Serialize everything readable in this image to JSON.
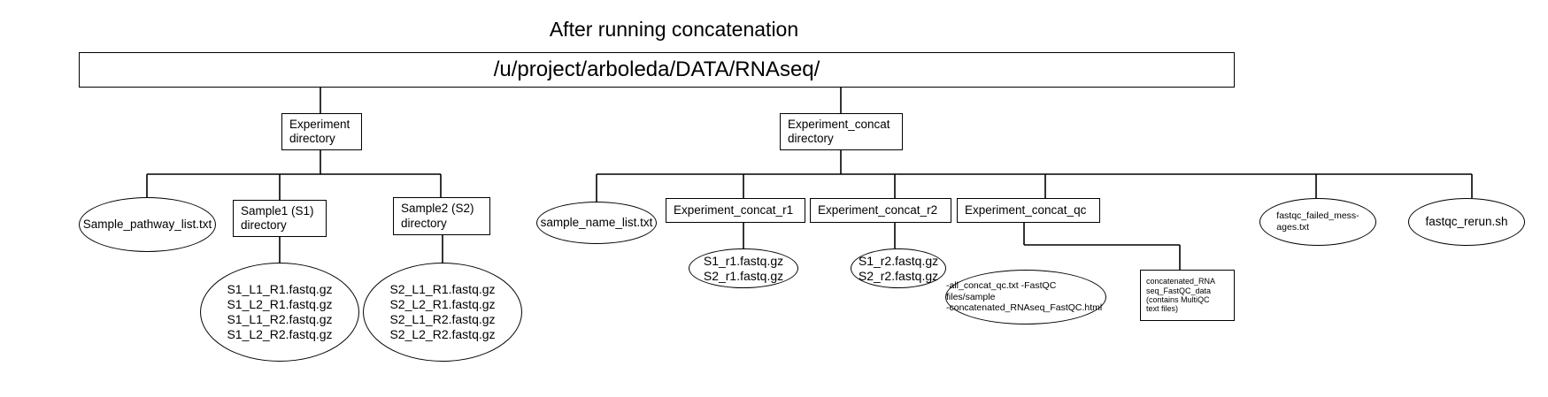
{
  "title": "After running concatenation",
  "root": "/u/project/arboleda/DATA/RNAseq/",
  "left_branch": {
    "dir": "Experiment\ndirectory",
    "pathway_list": "Sample_pathway_list.txt",
    "sample1": "Sample1 (S1)\ndirectory",
    "sample1_files": "S1_L1_R1.fastq.gz\nS1_L2_R1.fastq.gz\nS1_L1_R2.fastq.gz\nS1_L2_R2.fastq.gz",
    "sample2": "Sample2 (S2)\ndirectory",
    "sample2_files": "S2_L1_R1.fastq.gz\nS2_L2_R1.fastq.gz\nS2_L1_R2.fastq.gz\nS2_L2_R2.fastq.gz"
  },
  "right_branch": {
    "dir": "Experiment_concat\ndirectory",
    "name_list": "sample_name_list.txt",
    "r1_dir": "Experiment_concat_r1",
    "r1_files": "S1_r1.fastq.gz\nS2_r1.fastq.gz",
    "r2_dir": "Experiment_concat_r2",
    "r2_files": "S1_r2.fastq.gz\nS2_r2.fastq.gz",
    "qc_dir": "Experiment_concat_qc",
    "qc_files": "-all_concat_qc.txt -FastQC files/sample\n-concatenated_RNAseq_FastQC.html",
    "qc_data": "concatenated_RNA\nseq_FastQC_data\n(contains MultiQC\ntext files)",
    "failed_messages": "fastqc_failed_mess-\nages.txt",
    "rerun": "fastqc_rerun.sh"
  }
}
